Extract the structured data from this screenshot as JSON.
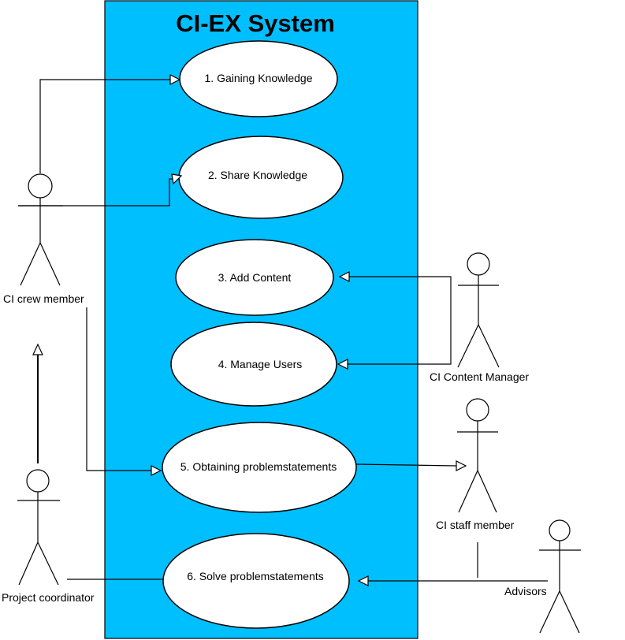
{
  "system": {
    "title": "CI-EX System",
    "fill_color": "#00BFFF"
  },
  "use_cases": [
    {
      "label": "1. Gaining Knowledge"
    },
    {
      "label": "2. Share Knowledge"
    },
    {
      "label": "3. Add Content"
    },
    {
      "label": "4. Manage Users"
    },
    {
      "label": "5. Obtaining problemstatements"
    },
    {
      "label": "6. Solve problemstatements"
    }
  ],
  "actors": [
    {
      "label": "CI crew member"
    },
    {
      "label": "CI Content Manager"
    },
    {
      "label": "CI staff member"
    },
    {
      "label": "Project coordinator"
    },
    {
      "label": "Advisors"
    }
  ]
}
